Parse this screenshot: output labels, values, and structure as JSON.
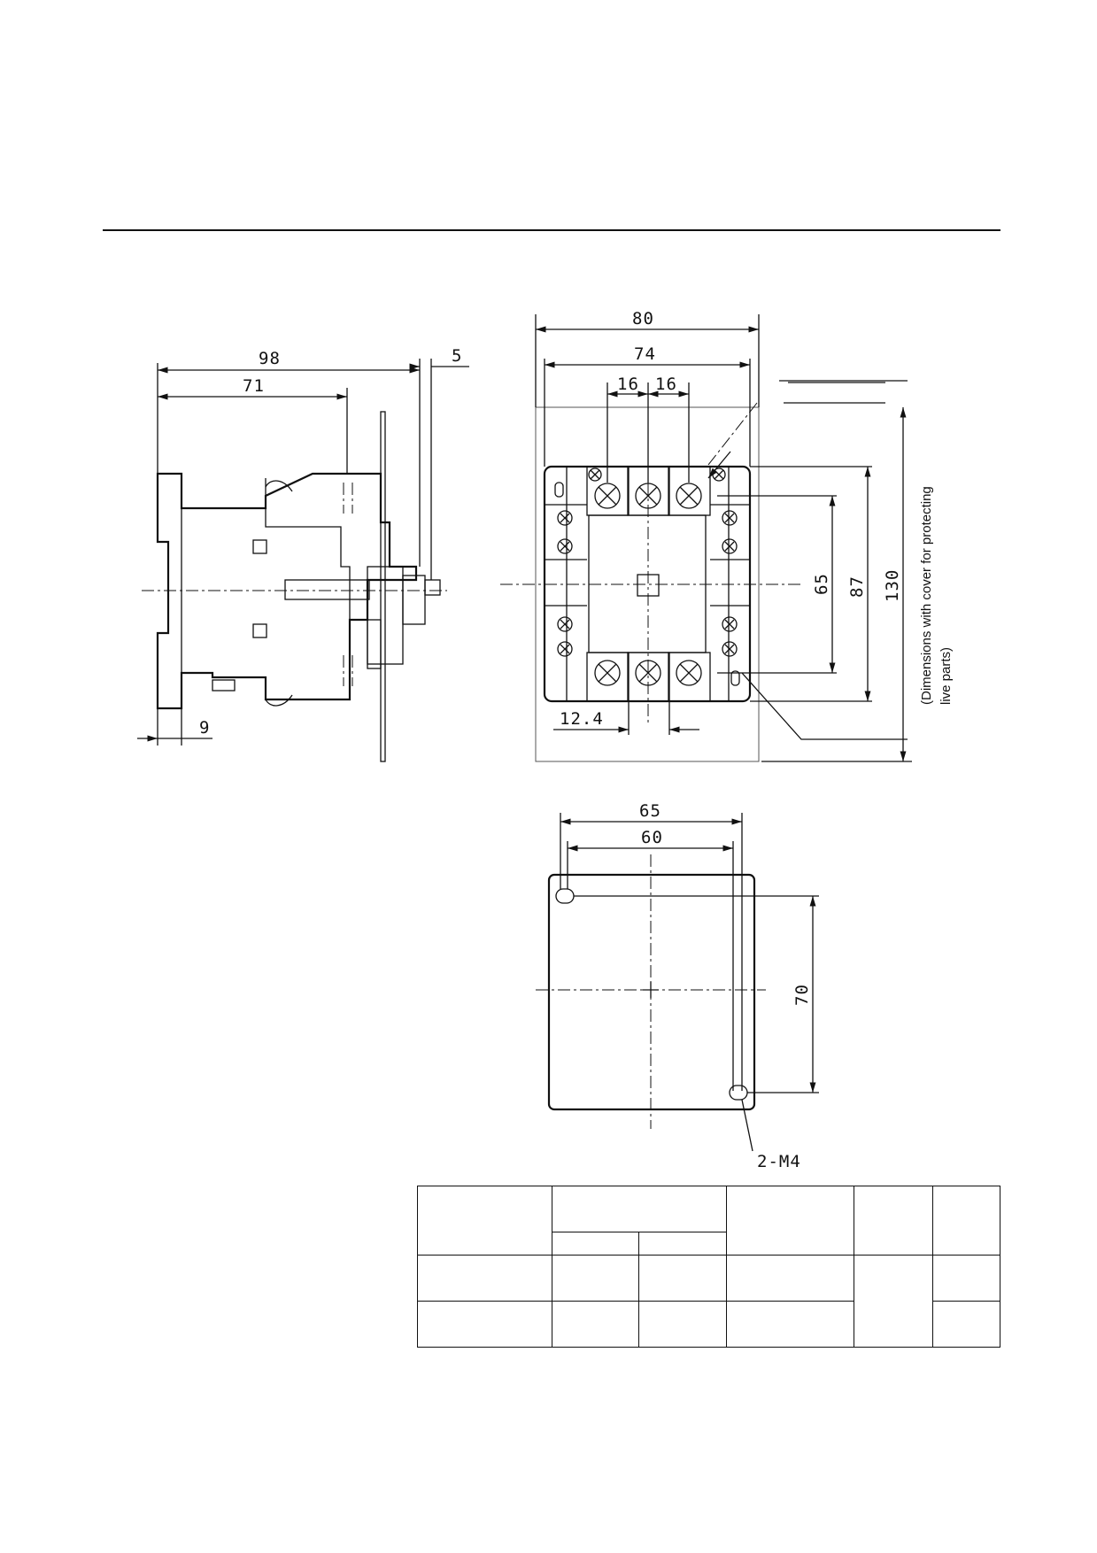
{
  "dimensions": {
    "side": {
      "total": "98",
      "body": "71",
      "gap": "5",
      "offset": "9"
    },
    "front": {
      "width_cover": "80",
      "width": "74",
      "pitch_a": "16",
      "pitch_b": "16",
      "h_inner": "65",
      "h_body": "87",
      "h_cover": "130",
      "terminal_offset": "12.4"
    },
    "mount": {
      "width_outer": "65",
      "width_inner": "60",
      "height": "70",
      "screws": "2-M4"
    }
  },
  "note": {
    "line1": "(Dimensions with cover for protecting",
    "line2": "live parts)"
  },
  "table": {
    "rows": [
      [
        "",
        "",
        "",
        "",
        ""
      ],
      [
        "",
        "",
        "",
        "",
        "",
        "",
        ""
      ],
      [
        "",
        "",
        "",
        "",
        "",
        "",
        ""
      ]
    ]
  }
}
